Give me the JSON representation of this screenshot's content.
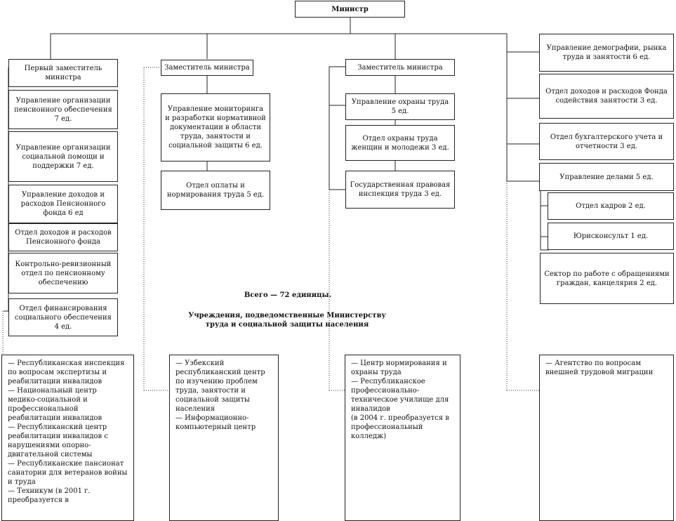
{
  "minister": "Министр",
  "col1": {
    "deputy": "Первый заместитель министра",
    "units": [
      "Управление организации пенсионного обеспечения 7 ед.",
      "Управление организации социальной помощи и поддержки 7 ед.",
      "Управление доходов и расходов Пенсионного фонда 6 ед",
      "Отдел доходов и расходов Пенсионного фонда",
      "Контрольно-ревизионный отдел по пенсионному обеспечению",
      "Отдел финансирования социального обеспечения 4 ед."
    ]
  },
  "col2": {
    "deputy": "Заместитель министра",
    "units": [
      "Управление мониторинга и разработки нормативной документации в области труда, занятости и социальной защиты 6 ед.",
      "Отдел оплаты и нормирования труда 5 ед."
    ]
  },
  "col3": {
    "deputy": "Заместитель министра",
    "units": [
      "Управление охраны труда 5 ед.",
      "Отдел охраны труда женщин и молодежи 3 ед.",
      "Государственная правовая инспекция труда 3 ед."
    ]
  },
  "col4": {
    "units": [
      "Управление демографии, рынка труда и занятости 6 ед.",
      "Отдел доходов и расходов Фонда содействия занятости 3 ед.",
      "Отдел бухгалтерского учета и отчетности 3 ед.",
      "Управление делами 5 ед.",
      "Отдел кадров 2 ед.",
      "Юрисконсульт 1 ед.",
      "Сектор по работе с обращениями граждан, канцелярия 2 ед."
    ]
  },
  "summary": {
    "total": "Всего — 72 единицы.",
    "institutions_heading": "Учреждения, подведомственные Министерству труда и социальной защиты населения"
  },
  "institutions": [
    [
      "— Республиканская инспекция по вопросам экспертизы и реабилитации инвалидов",
      "— Национальный центр медико-социальной и профессиональной реабилитации инвалидов",
      "— Республиканский центр реабилитации инвалидов с нарушениями опорно-двигательной системы",
      "— Республиканские пансионат санатории для ветеранов войны и труда",
      "— Техникум (в 2001 г. преобразуется в"
    ],
    [
      "— Узбекский республиканский центр по изучению проблем труда, занятости и социальной защиты населения",
      "— Информационно-компьютерный центр"
    ],
    [
      "— Центр нормирования и охраны труда",
      "— Республиканское профессионально-техническое училище для инвалидов",
      "(в 2004 г. преобразуется в профессиональный колледж)"
    ],
    [
      "— Агентство по вопросам внешней трудовой миграции"
    ]
  ]
}
